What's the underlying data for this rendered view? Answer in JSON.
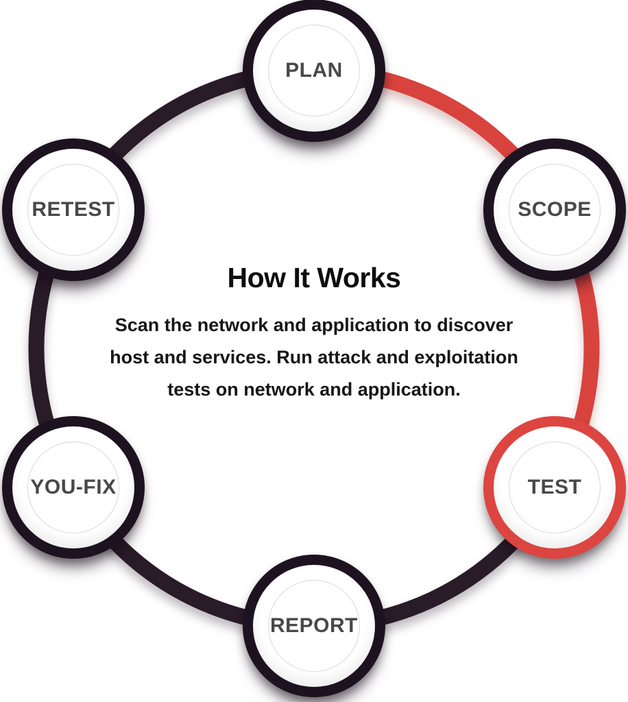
{
  "diagram": {
    "title": "How It Works",
    "description": "Scan the network and application to discover host and services. Run attack and exploitation tests on network and application.",
    "steps": [
      {
        "label": "PLAN",
        "position": "top",
        "highlighted": false
      },
      {
        "label": "SCOPE",
        "position": "top-right",
        "highlighted": false
      },
      {
        "label": "TEST",
        "position": "bottom-right",
        "highlighted": true
      },
      {
        "label": "REPORT",
        "position": "bottom",
        "highlighted": false
      },
      {
        "label": "YOU-FIX",
        "position": "bottom-left",
        "highlighted": false
      },
      {
        "label": "RETEST",
        "position": "top-left",
        "highlighted": false
      }
    ],
    "ring": {
      "red_arc_from_step": "PLAN",
      "red_arc_to_step": "TEST",
      "red_arc_degrees": "0-120",
      "dark_arc_degrees": "120-360"
    },
    "colors": {
      "background": "#ffffff",
      "ring_dark": "#2a1b28",
      "ring_red": "#d8433e",
      "node_border_dark": "#1d1320",
      "node_border_red": "#dc4540",
      "node_fill": "#ffffff",
      "inner_circle": "#d9d9d9",
      "label_text": "#484848",
      "title_text": "#0e0e0e",
      "body_text": "#161616"
    }
  }
}
